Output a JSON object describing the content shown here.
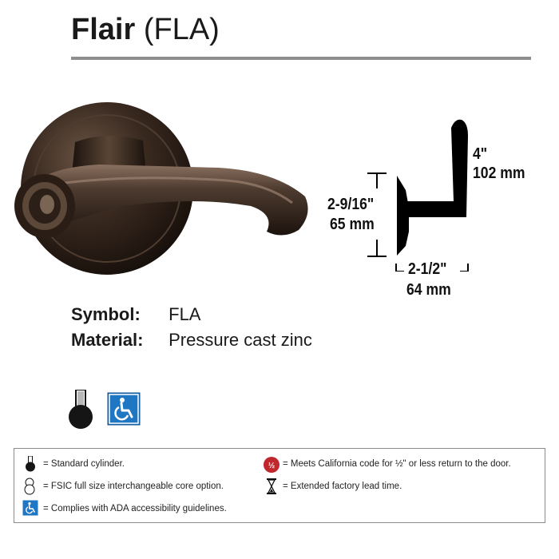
{
  "header": {
    "name": "Flair",
    "code": "(FLA)"
  },
  "dimensions": {
    "height_in": "4\"",
    "height_mm": "102 mm",
    "rose_in": "2-9/16\"",
    "rose_mm": "65 mm",
    "projection_in": "2-1/2\"",
    "projection_mm": "64 mm"
  },
  "specs": {
    "symbol_label": "Symbol:",
    "symbol_value": "FLA",
    "material_label": "Material:",
    "material_value": "Pressure cast zinc"
  },
  "icons": [
    "standard-cylinder-icon",
    "ada-accessibility-icon"
  ],
  "legend": {
    "standard_cylinder": "= Standard cylinder.",
    "fsic": "= FSIC full size interchangeable core option.",
    "ada": "= Complies with ADA accessibility guidelines.",
    "california": "= Meets California code for ½\" or less return to the door.",
    "lead_time": "= Extended factory lead time."
  },
  "colors": {
    "rule": "#8e8e8e",
    "finish": "#2a1d15",
    "ada_blue": "#1f76c2",
    "ca_red": "#c0282d"
  }
}
